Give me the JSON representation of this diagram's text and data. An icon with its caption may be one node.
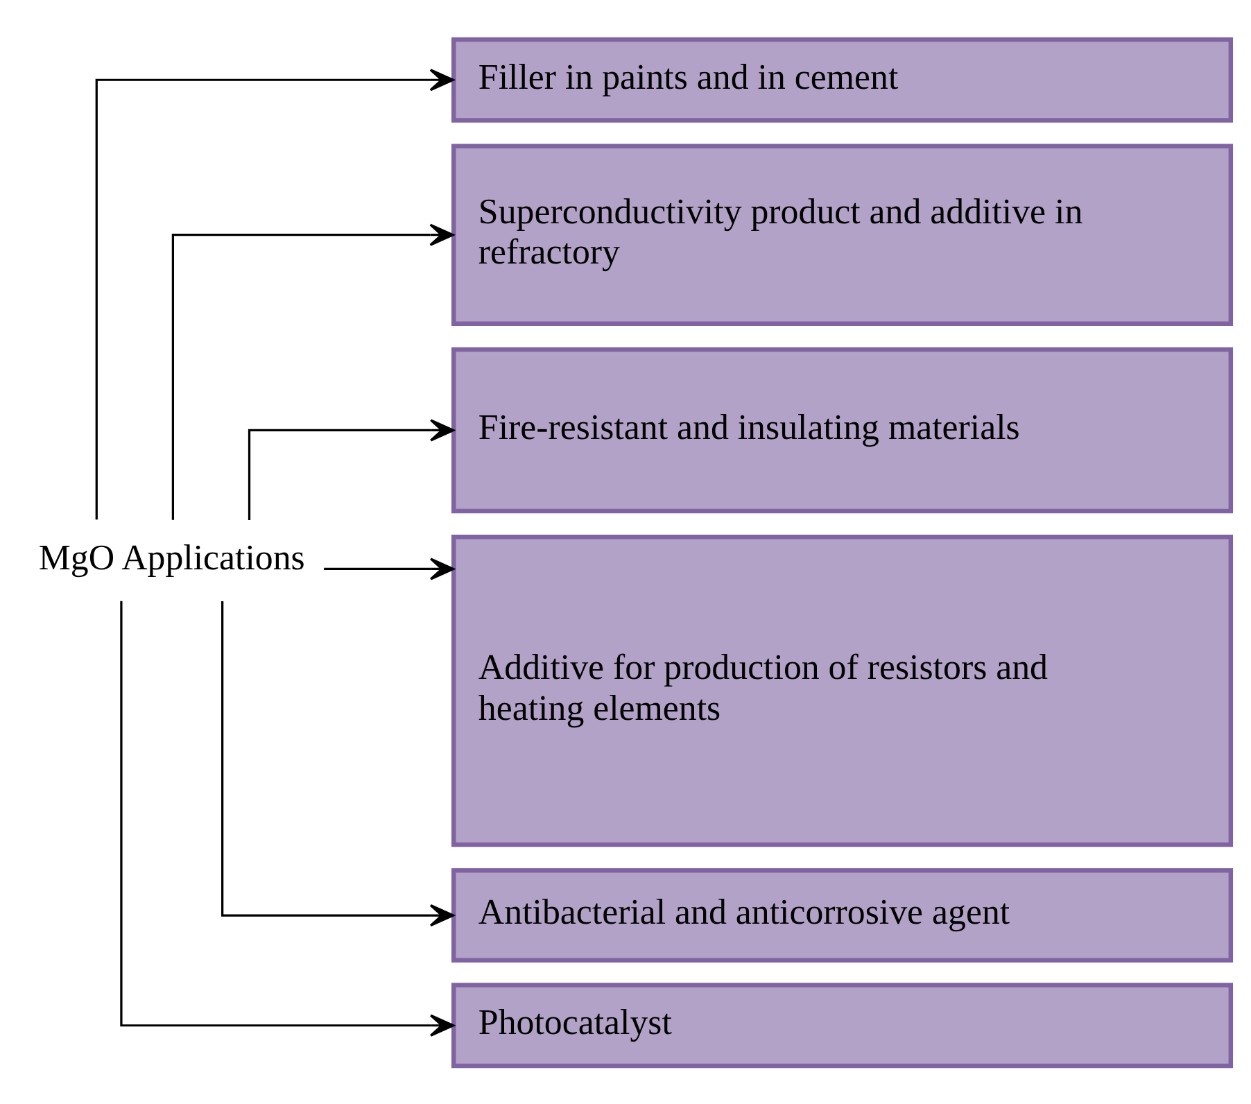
{
  "diagram": {
    "nodes": [
      {
        "text": [
          "MgO Applications"
        ]
      },
      {
        "text": [
          "Filler in paints and in cement"
        ]
      },
      {
        "text": [
          "Superconductivity product and additive in refractory"
        ]
      },
      {
        "text": [
          "Fire-resistant and insulating materials"
        ]
      },
      {
        "text": [
          "Additive for production of resistors and heating elements"
        ]
      },
      {
        "text": [
          "Antibacterial and anticorrosive agent"
        ]
      },
      {
        "text": [
          "Photocatalyst"
        ]
      }
    ],
    "edges": [
      {
        "from": 0,
        "to": 1,
        "arrow": "to"
      },
      {
        "from": 0,
        "to": 2,
        "arrow": "to"
      },
      {
        "from": 0,
        "to": 3,
        "arrow": "to"
      },
      {
        "from": 0,
        "to": 4,
        "arrow": "to"
      },
      {
        "from": 0,
        "to": 5,
        "arrow": "to"
      },
      {
        "from": 0,
        "to": 6,
        "arrow": "to"
      }
    ]
  }
}
